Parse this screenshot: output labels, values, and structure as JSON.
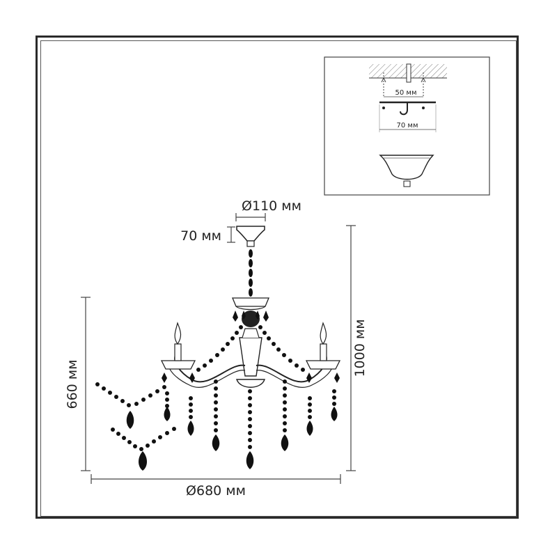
{
  "dimensions": {
    "canopy_diameter": "Ø110 мм",
    "canopy_height": "70 мм",
    "total_height": "1000 мм",
    "body_height": "660 мм",
    "diameter": "Ø680 мм"
  },
  "mounting_detail": {
    "hook_spacing": "50 мм",
    "bracket_width": "70 мм"
  },
  "colors": {
    "line": "#222222",
    "crystal": "#111111",
    "dim_line": "#555555"
  }
}
